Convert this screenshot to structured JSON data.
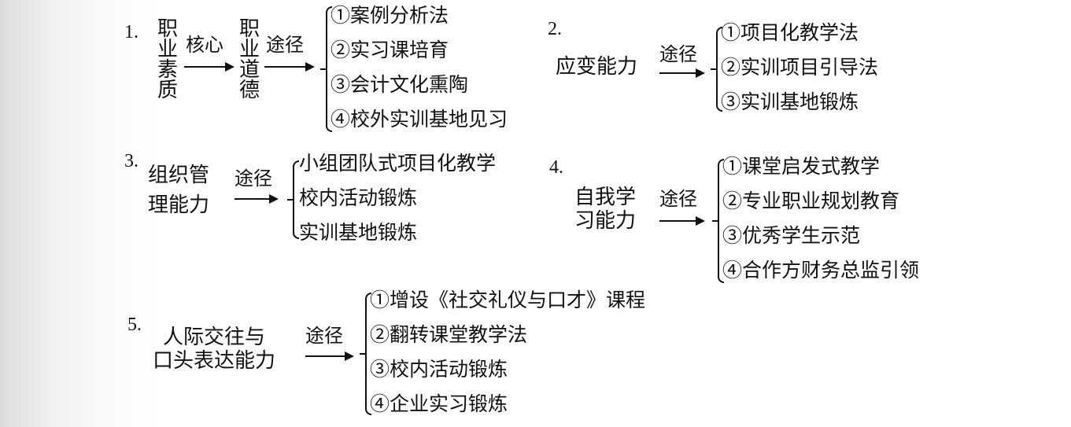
{
  "section1": {
    "number": "1.",
    "left_chars": [
      "职",
      "业",
      "素",
      "质"
    ],
    "arrow1_label": "核心",
    "mid_chars": [
      "职",
      "业",
      "道",
      "德"
    ],
    "arrow2_label": "途径",
    "items": [
      "①案例分析法",
      "②实习课培育",
      "③会计文化熏陶",
      "④校外实训基地见习"
    ]
  },
  "section2": {
    "number": "2.",
    "subject": "应变能力",
    "arrow_label": "途径",
    "items": [
      "①项目化教学法",
      "②实训项目引导法",
      "③实训基地锻炼"
    ]
  },
  "section3": {
    "number": "3.",
    "subject_lines": [
      "组织管",
      "理能力"
    ],
    "arrow_label": "途径",
    "items": [
      "小组团队式项目化教学",
      "校内活动锻炼",
      "实训基地锻炼"
    ]
  },
  "section4": {
    "number": "4.",
    "subject_lines": [
      "自我学",
      "习能力"
    ],
    "arrow_label": "途径",
    "items": [
      "①课堂启发式教学",
      "②专业职业规划教育",
      "③优秀学生示范",
      "④合作方财务总监引领"
    ]
  },
  "section5": {
    "number": "5.",
    "subject_lines": [
      "人际交往与",
      "口头表达能力"
    ],
    "arrow_label": "途径",
    "items": [
      "①增设《社交礼仪与口才》课程",
      "②翻转课堂教学法",
      "③校内活动锻炼",
      "④企业实习锻炼"
    ]
  }
}
